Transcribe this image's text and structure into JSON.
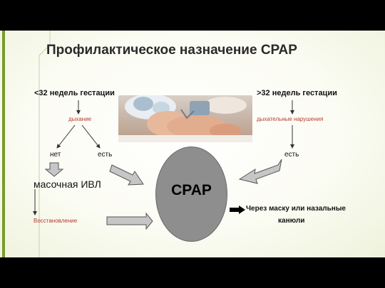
{
  "title": "Профилактическое назначение СРАР",
  "left": {
    "header": "<32 недель гестации",
    "breathing": "дыхание",
    "no": "нет",
    "yes": "есть",
    "mask_ventilation": "масочная ИВЛ",
    "recovery": "Восстановление"
  },
  "right": {
    "header": ">32 недель гестации",
    "respiratory_disorders": "дыхательные нарушения",
    "yes": "есть"
  },
  "center": {
    "cpap": "CPAP"
  },
  "delivery": {
    "line1": "Через маску или назальные",
    "line2": "канюли"
  },
  "colors": {
    "accent": "#7a9b2a",
    "red_text": "#b83a2e",
    "ellipse": "#8e8e8e",
    "arrow_fill": "#c6c6c6"
  }
}
